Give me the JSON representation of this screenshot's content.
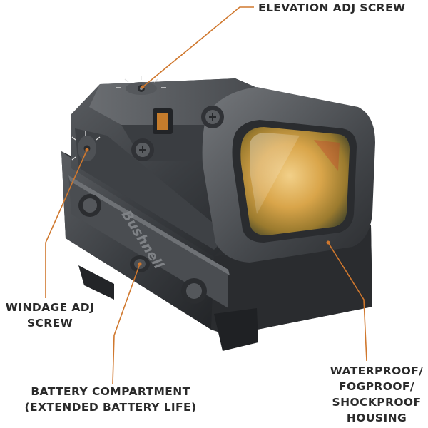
{
  "brand": "Bushnell",
  "accent_color": "#d0782e",
  "callouts": {
    "elevation": {
      "lines": [
        "ELEVATION ADJ SCREW"
      ]
    },
    "windage": {
      "lines": [
        "WINDAGE ADJ",
        "SCREW"
      ]
    },
    "battery": {
      "lines": [
        "BATTERY COMPARTMENT",
        "(EXTENDED BATTERY LIFE)"
      ]
    },
    "housing": {
      "lines": [
        "WATERPROOF/",
        "FOGPROOF/",
        "SHOCKPROOF",
        "HOUSING"
      ]
    }
  }
}
